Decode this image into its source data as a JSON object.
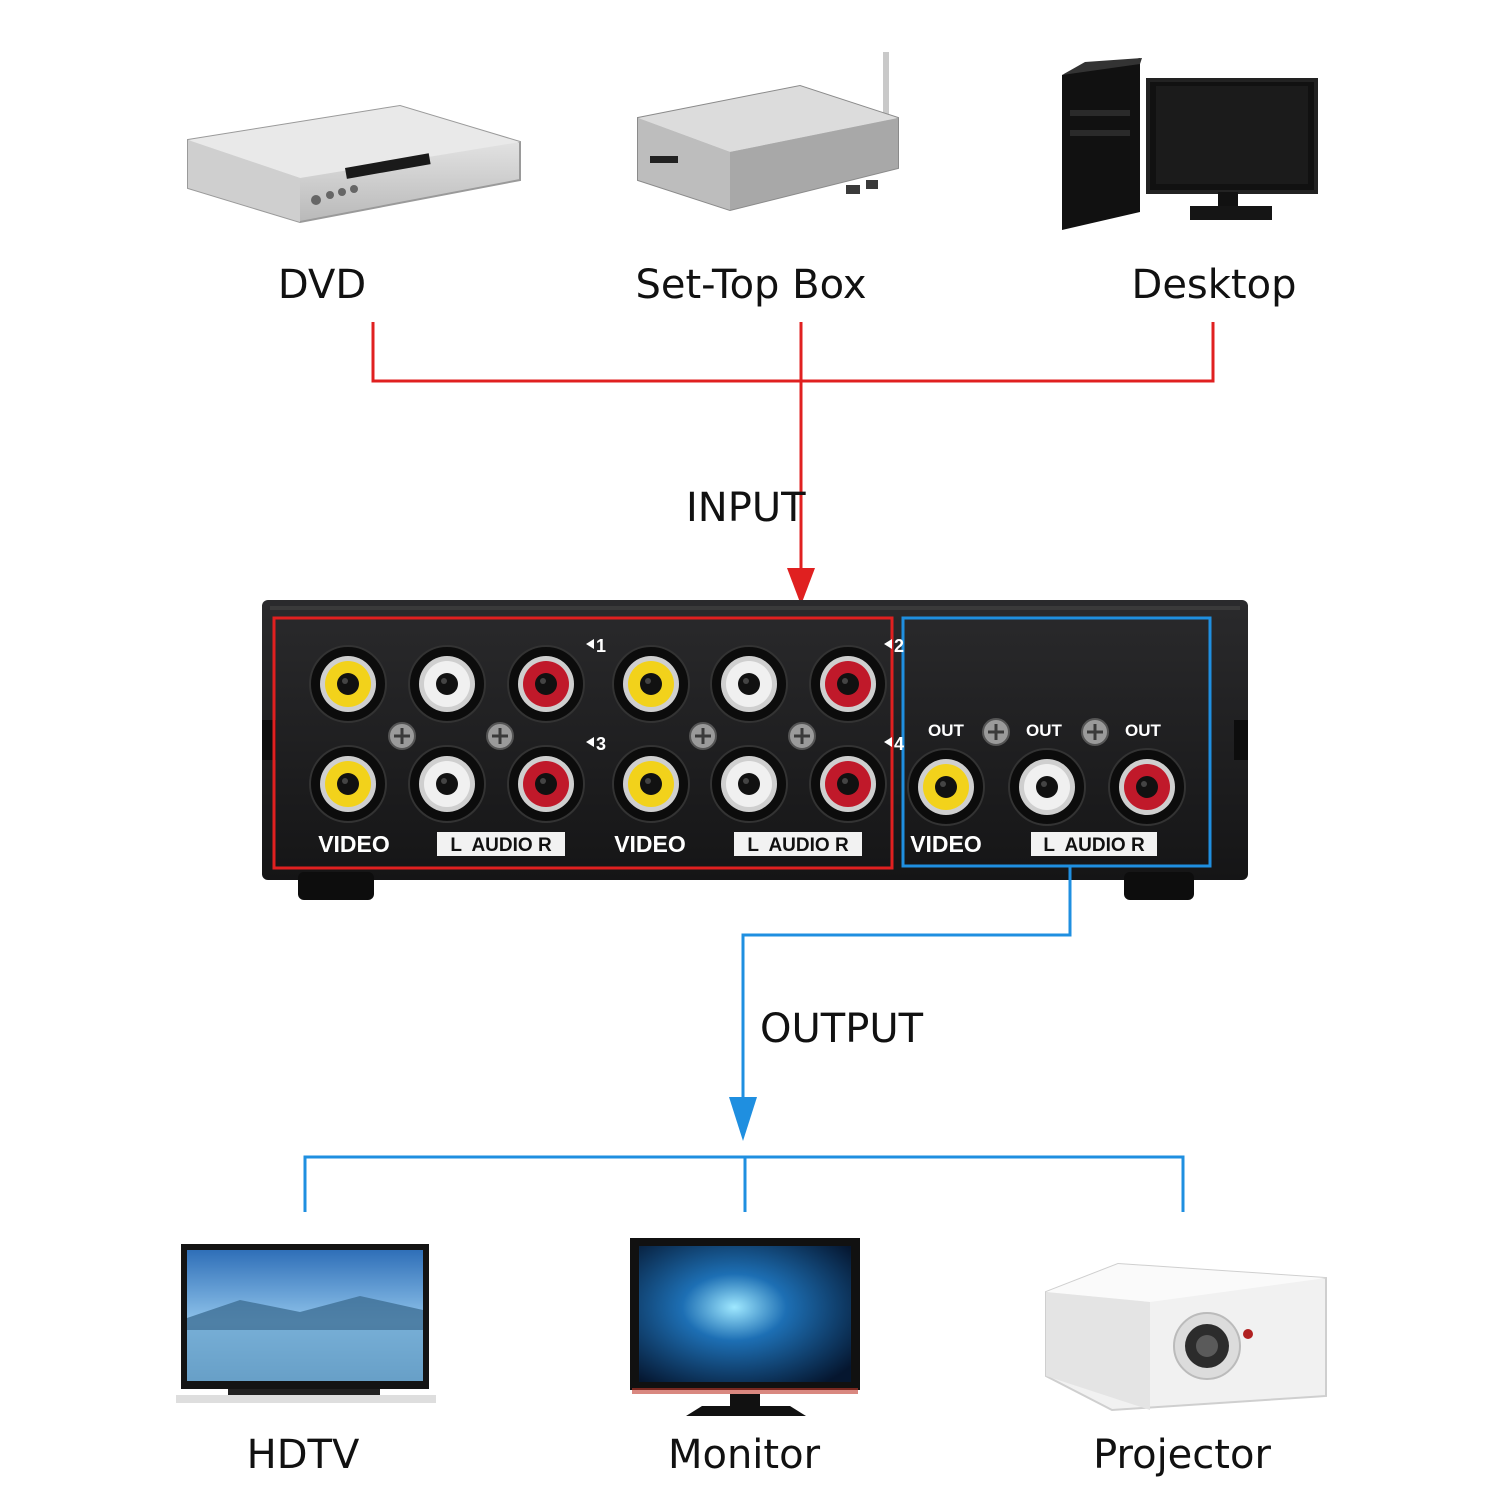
{
  "inputs": {
    "devices": [
      {
        "label": "DVD",
        "icon": "dvd-player-icon"
      },
      {
        "label": "Set-Top Box",
        "icon": "set-top-box-icon"
      },
      {
        "label": "Desktop",
        "icon": "desktop-computer-icon"
      }
    ],
    "flow_label": "INPUT",
    "color": "#e02020"
  },
  "switch_panel": {
    "input_port_numbers": [
      "1",
      "2",
      "3",
      "4"
    ],
    "video_label": "VIDEO",
    "audio_label": "L  AUDIO R",
    "out_label": "OUT",
    "output_color": "#1f8fe0"
  },
  "outputs": {
    "flow_label": "OUTPUT",
    "color": "#1f8fe0",
    "devices": [
      {
        "label": "HDTV",
        "icon": "hdtv-icon"
      },
      {
        "label": "Monitor",
        "icon": "monitor-icon"
      },
      {
        "label": "Projector",
        "icon": "projector-icon"
      }
    ]
  },
  "colors": {
    "jack_yellow": "#f2d21b",
    "jack_white": "#f0f0f0",
    "jack_red": "#c0192a",
    "panel": "#1c1c1e"
  }
}
